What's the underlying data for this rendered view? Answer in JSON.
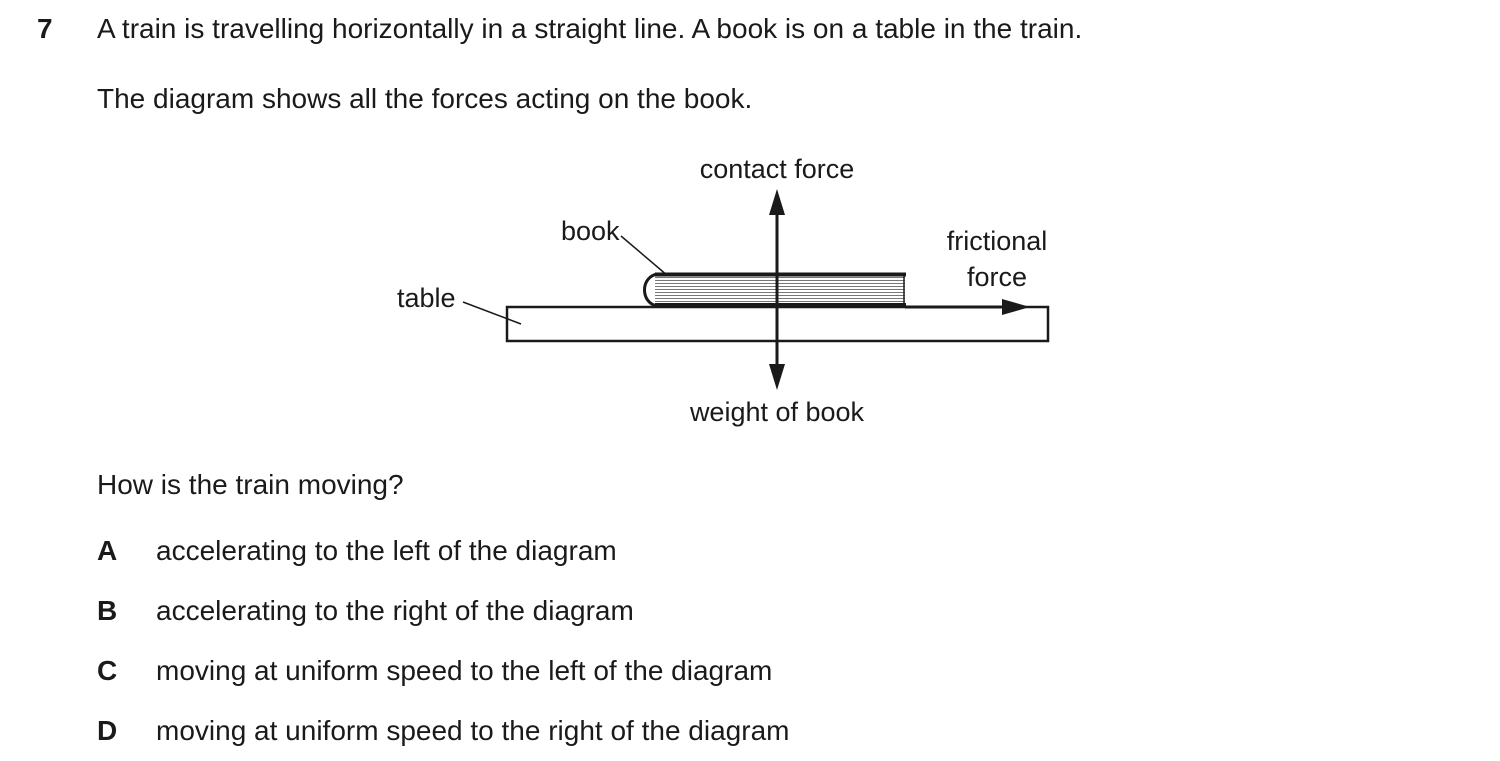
{
  "question": {
    "number": "7",
    "stem": [
      "A train is travelling horizontally in a straight line. A book is on a table in the train.",
      "The diagram shows all the forces acting on the book."
    ],
    "prompt": "How is the train moving?",
    "options": [
      {
        "letter": "A",
        "text": "accelerating to the left of the diagram"
      },
      {
        "letter": "B",
        "text": "accelerating to the right of the diagram"
      },
      {
        "letter": "C",
        "text": "moving at uniform speed to the left of the diagram"
      },
      {
        "letter": "D",
        "text": "moving at uniform speed to the right of the diagram"
      }
    ]
  },
  "diagram": {
    "labels": {
      "contact_force": "contact force",
      "book": "book",
      "table": "table",
      "frictional_line1": "frictional",
      "frictional_line2": "force",
      "weight": "weight of book"
    }
  }
}
